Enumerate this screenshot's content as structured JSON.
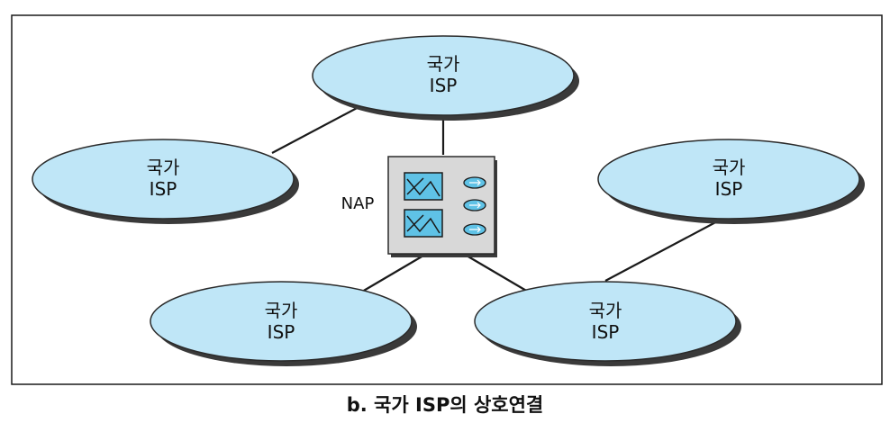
{
  "diagram": {
    "isp_nodes": [
      {
        "line1": "국가",
        "line2": "ISP"
      },
      {
        "line1": "국가",
        "line2": "ISP"
      },
      {
        "line1": "국가",
        "line2": "ISP"
      },
      {
        "line1": "국가",
        "line2": "ISP"
      },
      {
        "line1": "국가",
        "line2": "ISP"
      }
    ],
    "nap": {
      "label": "NAP"
    },
    "colors": {
      "ellipse_fill": "#bfe6f7",
      "shadow": "#3a3a3a",
      "nap_fill": "#d8d8d8",
      "switch_fill": "#5fc2e6",
      "line": "#1a1a1a"
    }
  },
  "caption": "b. 국가 ISP의 상호연결"
}
